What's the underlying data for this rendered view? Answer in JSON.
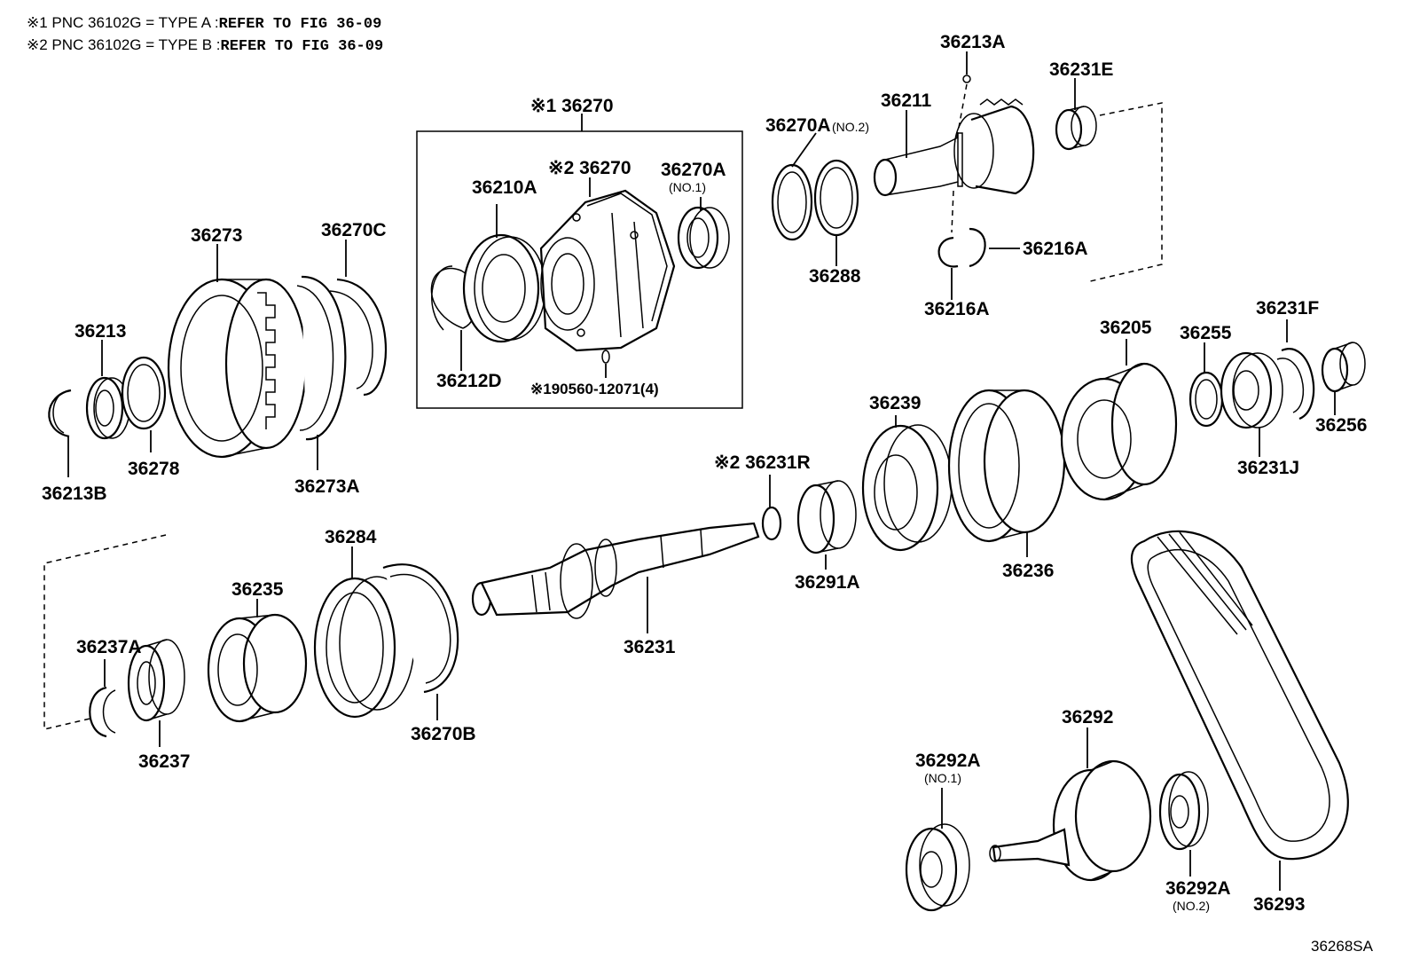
{
  "notes": {
    "n1_prefix": "※1 PNC 36102G = TYPE A :",
    "n1_ref": "REFER TO FIG 36-09",
    "n2_prefix": "※2 PNC 36102G = TYPE B :",
    "n2_ref": "REFER TO FIG 36-09"
  },
  "figure_id": "36268SA",
  "group_box_label": "※1 36270",
  "labels": {
    "p36210A": "36210A",
    "p36270_2": "※2 36270",
    "p36270A_no1": "36270A",
    "p36270A_no1_sub": "(NO.1)",
    "p36212D": "36212D",
    "p190560": "※190560-12071(4)",
    "p36273": "36273",
    "p36270C": "36270C",
    "p36213": "36213",
    "p36278": "36278",
    "p36213B": "36213B",
    "p36273A": "36273A",
    "p36270A_no2": "36270A",
    "p36270A_no2_sub": "(NO.2)",
    "p36288": "36288",
    "p36211": "36211",
    "p36213A": "36213A",
    "p36231E": "36231E",
    "p36216A_r": "36216A",
    "p36216A_b": "36216A",
    "p36239": "36239",
    "p36205": "36205",
    "p36255": "36255",
    "p36231F": "36231F",
    "p36256": "36256",
    "p36231J": "36231J",
    "p36236": "36236",
    "p36231R": "※2 36231R",
    "p36291A": "36291A",
    "p36231": "36231",
    "p36284": "36284",
    "p36235": "36235",
    "p36237A": "36237A",
    "p36237": "36237",
    "p36270B": "36270B",
    "p36292": "36292",
    "p36292A_no1": "36292A",
    "p36292A_no1_sub": "(NO.1)",
    "p36292A_no2": "36292A",
    "p36292A_no2_sub": "(NO.2)",
    "p36293": "36293"
  }
}
